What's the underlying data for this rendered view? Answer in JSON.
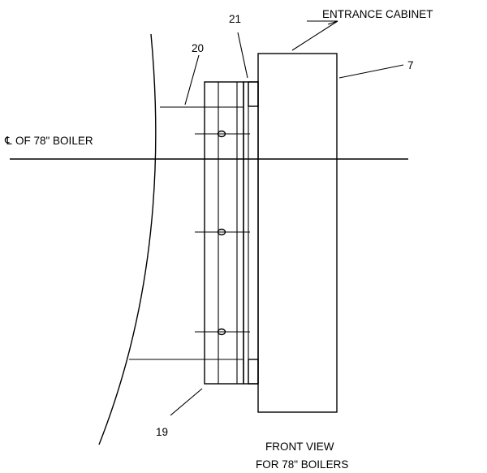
{
  "labels": {
    "entrance_cabinet": "ENTRANCE CABINET",
    "centerline_symbol": "℄",
    "centerline_text": "OF 78\" BOILER",
    "view_title_line1": "FRONT VIEW",
    "view_title_line2": "FOR 78\" BOILERS"
  },
  "callouts": {
    "c7": "7",
    "c19": "19",
    "c20": "20",
    "c21": "21"
  },
  "colors": {
    "line": "#000000",
    "background": "#ffffff"
  }
}
